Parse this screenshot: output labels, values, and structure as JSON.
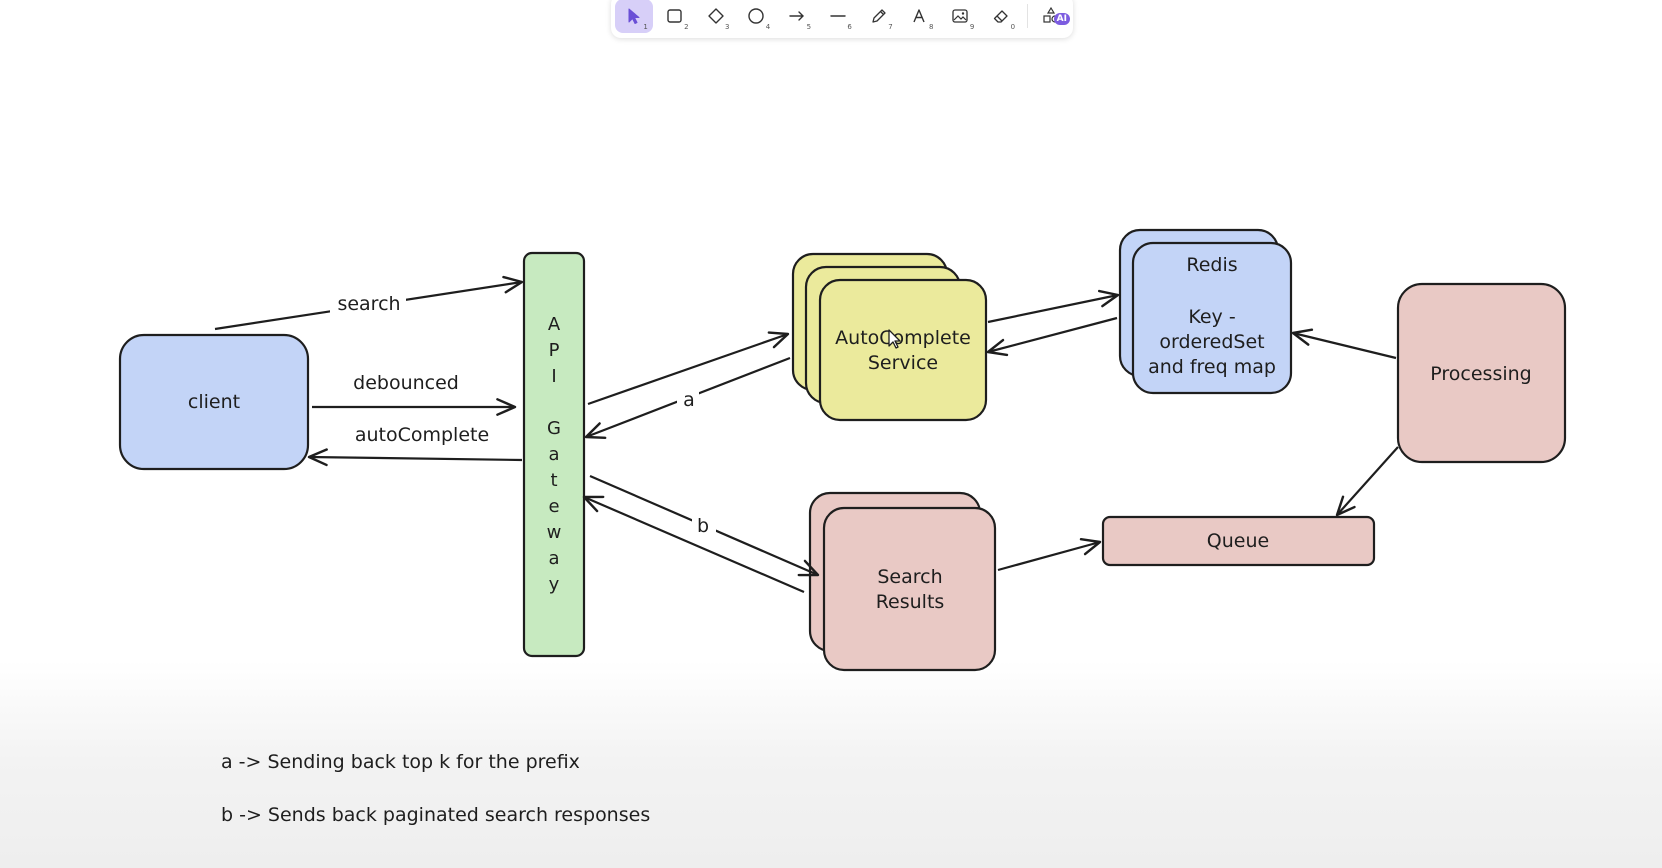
{
  "toolbar": {
    "tools": [
      {
        "icon": "pointer-icon",
        "key": "1",
        "active": true
      },
      {
        "icon": "rectangle-icon",
        "key": "2"
      },
      {
        "icon": "diamond-icon",
        "key": "3"
      },
      {
        "icon": "ellipse-icon",
        "key": "4"
      },
      {
        "icon": "arrow-icon",
        "key": "5"
      },
      {
        "icon": "line-icon",
        "key": "6"
      },
      {
        "icon": "pencil-icon",
        "key": "7"
      },
      {
        "icon": "text-icon",
        "key": "8"
      },
      {
        "icon": "image-icon",
        "key": "9"
      },
      {
        "icon": "eraser-icon",
        "key": "0"
      },
      {
        "icon": "shapes-ai-icon",
        "badge": "AI"
      }
    ]
  },
  "nodes": {
    "client": "client",
    "gateway": [
      "A",
      "P",
      "I",
      "",
      "G",
      "a",
      "t",
      "e",
      "w",
      "a",
      "y"
    ],
    "autocomplete": [
      "AutoComplete",
      "Service"
    ],
    "redis": [
      "Redis",
      "",
      "Key -",
      "orderedSet",
      "and freq map"
    ],
    "processing": "Processing",
    "search_results": [
      "Search",
      "Results"
    ],
    "queue": "Queue"
  },
  "edge_labels": {
    "search": "search",
    "debounced": "debounced",
    "autocomplete": "autoComplete",
    "a": "a",
    "b": "b"
  },
  "notes": {
    "a": "a -> Sending back top k for the prefix",
    "b": "b -> Sends back paginated search responses"
  },
  "colors": {
    "blue": "#c3d4f7",
    "green": "#c7eac0",
    "yellow": "#ebea9c",
    "pink": "#e9c9c5",
    "stroke": "#1e1e1e",
    "accent": "#6a4fd6"
  }
}
